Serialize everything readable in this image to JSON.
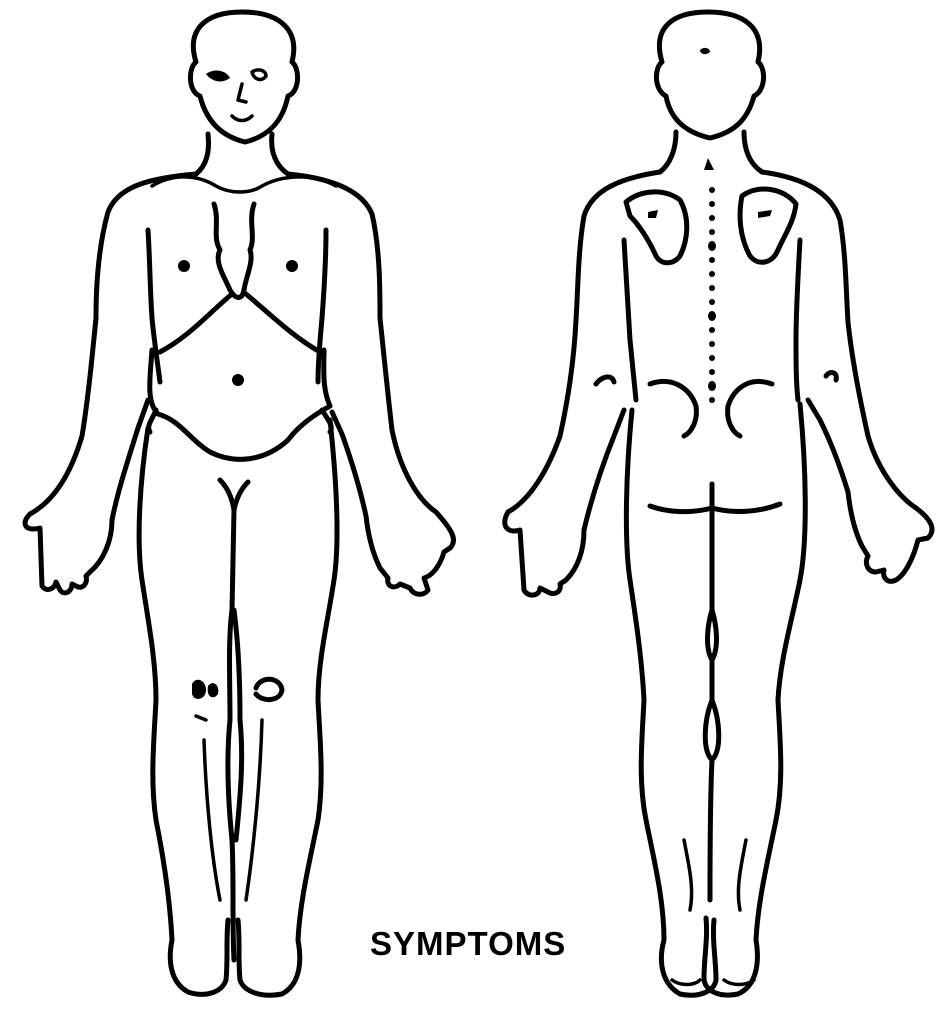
{
  "figure": {
    "caption": "SYMPTOMS",
    "views": [
      {
        "name": "front-view"
      },
      {
        "name": "back-view"
      }
    ],
    "colors": {
      "ink": "#000000",
      "paper": "#ffffff"
    }
  }
}
